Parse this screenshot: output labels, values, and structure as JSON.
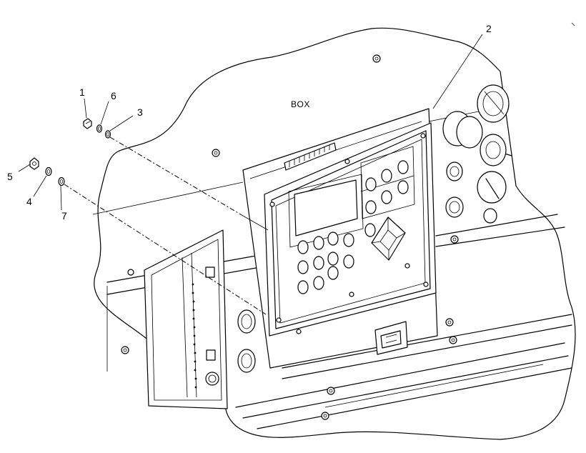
{
  "diagram": {
    "box_label": "BOX",
    "callouts": {
      "c1": "1",
      "c2": "2",
      "c3": "3",
      "c4": "4",
      "c5": "5",
      "c6": "6",
      "c7": "7"
    }
  }
}
